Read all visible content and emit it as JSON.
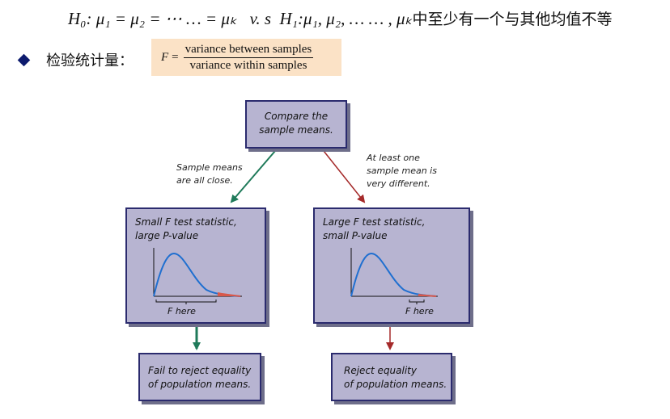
{
  "hypotheses": {
    "h0": "H₀: μ₁ = μ₂ = ⋯ … = μₖ",
    "vs": "v. s",
    "h1": "H₁:μ₁, μ₂, … … , μₖ",
    "h1_text": "中至少有一个与其他均值不等"
  },
  "statistic": {
    "label": "检验统计量：",
    "f": "F",
    "equals": "=",
    "numerator": "variance between samples",
    "denominator": "variance within samples"
  },
  "flowchart": {
    "top": {
      "line1": "Compare the",
      "line2": "sample means."
    },
    "left_note": {
      "line1": "Sample means",
      "line2": "are all close."
    },
    "right_note": {
      "line1": "At least one",
      "line2": "sample mean is",
      "line3": "very different."
    },
    "left_box": {
      "line1": "Small F test statistic,",
      "line2": "large P-value",
      "f_here": "F here"
    },
    "right_box": {
      "line1": "Large F test statistic,",
      "line2": "small P-value",
      "f_here": "F here"
    },
    "left_result": {
      "line1": "Fail to reject equality",
      "line2": "of population means."
    },
    "right_result": {
      "line1": "Reject equality",
      "line2": "of population means."
    }
  },
  "colors": {
    "box_fill": "#b7b4d1",
    "box_border": "#2b2b6e",
    "green_arrow": "#1f7a5a",
    "red_arrow": "#a52a2a",
    "curve": "#1f6fd0",
    "tail": "#d8584a",
    "formula_bg": "#fbe2c6"
  }
}
